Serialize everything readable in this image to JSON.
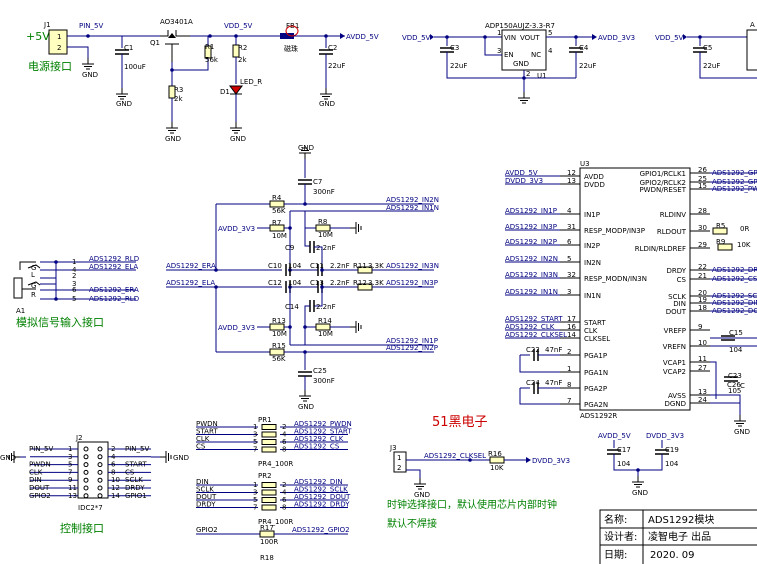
{
  "power": {
    "conn": "J1",
    "plus5v": "+5V",
    "label": "电源接口",
    "pin_net": "PIN_5V",
    "mos": "AO3401A",
    "q": "Q1",
    "vdd": "VDD_5V",
    "fb": "FB1",
    "bead": "磁珠",
    "avdd": "AVDD_5V",
    "c1": "C1",
    "c1v": "100uF",
    "r1": "R1",
    "r1v": "56k",
    "r2": "R2",
    "r2v": "2k",
    "r3": "R3",
    "r3v": "2k",
    "d1": "D1",
    "led": "LED_R",
    "c2": "C2",
    "c2v": "22uF",
    "gnd": "GND",
    "j1p1": "1",
    "j1p2": "2"
  },
  "reg": {
    "part": "ADP150AUJZ-3.3-R7",
    "u": "U1",
    "vin": "VIN",
    "vout": "VOUT",
    "en": "EN",
    "nc": "NC",
    "gndp": "GND",
    "vdd5": "VDD_5V",
    "avdd3": "AVDD_3V3",
    "c3": "C3",
    "c3v": "22uF",
    "c4": "C4",
    "c4v": "22uF",
    "p1": "1",
    "p2": "2",
    "p3": "3",
    "p4": "4",
    "p5": "5"
  },
  "reg2": {
    "vdd5": "VDD_5V",
    "c5": "C5",
    "c5v": "22uF",
    "cut": "A"
  },
  "input": {
    "c7": "C7",
    "c7v": "300nF",
    "r4": "R4",
    "r4v": "56K",
    "in2n": "ADS1292_IN2N",
    "in1n": "ADS1292_IN1N",
    "avdd": "AVDD_3V3",
    "r7": "R7",
    "r7v": "10M",
    "r8": "R8",
    "r8v": "10M",
    "c9": "C9",
    "c9v": "2.2nF",
    "era": "ADS1292_ERA",
    "ela": "ADS1292_ELA",
    "c10": "C10",
    "c10v": "104",
    "c11": "C11",
    "c11v": "2.2nF",
    "c12": "C12",
    "c12v": "104",
    "c13": "C13",
    "c13v": "2.2nF",
    "r11": "R11",
    "r11v": "3.3K",
    "r12": "R12",
    "r12v": "3.3K",
    "in3n": "ADS1292_IN3N",
    "in3p": "ADS1292_IN3P",
    "c14": "C14",
    "c14v": "2.2nF",
    "r13": "R13",
    "r13v": "10M",
    "r14": "R14",
    "r14v": "10M",
    "r15": "R15",
    "r15v": "56K",
    "in1p": "ADS1292_IN1P",
    "in2p": "ADS1292_IN2P",
    "c25": "C25",
    "c25v": "300nF",
    "gnd": "GND"
  },
  "jack": {
    "a1": "A1",
    "label": "模拟信号输入接口",
    "rld1": "ADS1292_RLD",
    "ela": "ADS1292_ELA",
    "era": "ADS1292_ERA",
    "rld2": "ADS1292_RLD",
    "g": "G",
    "l": "L",
    "r": "R"
  },
  "u3": {
    "ref": "U3",
    "name": "ADS1292R",
    "left_nets": [
      "AVDD_5V",
      "DVDD_3V3",
      "ADS1292_IN1P",
      "ADS1292_IN3P",
      "ADS1292_IN2P",
      "ADS1292_IN2N",
      "ADS1292_IN3N",
      "ADS1292_IN1N",
      "ADS1292_START",
      "ADS1292_CLK",
      "ADS1292_CLKSEL"
    ],
    "left_pins": [
      "AVDD",
      "DVDD",
      "IN1P",
      "RESP_MODP/IN3P",
      "IN2P",
      "IN2N",
      "RESP_MODN/IN3N",
      "IN1N",
      "START",
      "CLK",
      "CLKSEL",
      "PGA1P",
      "PGA1N",
      "PGA2P",
      "PGA2N"
    ],
    "left_nums": [
      "12",
      "13",
      "4",
      "31",
      "6",
      "5",
      "32",
      "3",
      "17",
      "16",
      "14",
      "2",
      "1",
      "8",
      "7"
    ],
    "right_pins": [
      "GPIO1/RCLK1",
      "GPIO2/RCLK2",
      "PWDN/RESET",
      "RLDINV",
      "RLDOUT",
      "RLDIN/RLDREF",
      "DRDY",
      "CS",
      "SCLK",
      "DIN",
      "DOUT",
      "VREFP",
      "VREFN",
      "VCAP1",
      "VCAP2",
      "AVSS",
      "DGND"
    ],
    "right_nums": [
      "26",
      "25",
      "15",
      "28",
      "30",
      "29",
      "22",
      "21",
      "20",
      "19",
      "18",
      "9",
      "10",
      "11",
      "27",
      "13",
      "24"
    ],
    "right_nets": [
      "ADS1292_GPI",
      "ADS1292_GPI",
      "ADS1292_PWD",
      "",
      "",
      "",
      "ADS1292_DRD",
      "ADS1292_CS",
      "ADS1292_SCL",
      "ADS1292_DIN",
      "ADS1292_DOU"
    ],
    "c22": "C22",
    "c22v": "47nF",
    "c24": "C24",
    "c24v": "47nF",
    "r5": "R5",
    "r5v": "0R",
    "r9": "R9",
    "r9v": "10K",
    "c15": "C15",
    "c15v": "104",
    "c23": "C23",
    "c23v": "C",
    "c26": "C26",
    "c26v": "105"
  },
  "brand": {
    "name": "51黑电子"
  },
  "ctrl": {
    "j2": "J2",
    "name": "IDC2*7",
    "label": "控制接口",
    "left": [
      "PIN_5V",
      "",
      "PWDN",
      "CLK",
      "DIN",
      "DOUT",
      "GPIO2"
    ],
    "right": [
      "PIN_5V",
      "",
      "START",
      "CS",
      "SCLK",
      "DRDY",
      "GPIO1"
    ],
    "lnums": [
      "1",
      "3",
      "5",
      "7",
      "9",
      "11",
      "13"
    ],
    "rnums": [
      "2",
      "4",
      "6",
      "8",
      "10",
      "12",
      "14"
    ],
    "gnd": "GND"
  },
  "pr": {
    "pr1": "PR1",
    "pr1v": "PR4_100R",
    "pr2": "PR2",
    "pr2v": "PR4_100R",
    "a_in": [
      "PWDN",
      "START",
      "CLK",
      "CS"
    ],
    "a_out": [
      "ADS1292_PWDN",
      "ADS1292_START",
      "ADS1292_CLK",
      "ADS1292_CS"
    ],
    "b_in": [
      "DIN",
      "SCLK",
      "DOUT",
      "DRDY"
    ],
    "b_out": [
      "ADS1292_DIN",
      "ADS1292_SCLK",
      "ADS1292_DOUT",
      "ADS1292_DRDY"
    ],
    "gpio_in": "GPIO2",
    "r17": "R17",
    "r17v": "100R",
    "gpio_out": "ADS1292_GPIO2",
    "rnext": "R18",
    "pins": [
      "1",
      "2",
      "3",
      "4",
      "5",
      "6",
      "7",
      "8"
    ]
  },
  "clk": {
    "j3": "J3",
    "net": "ADS1292_CLKSEL",
    "r16": "R16",
    "r16v": "10K",
    "dvdd": "DVDD_3V3",
    "gnd": "GND",
    "note1": "时钟选择接口，默认使用芯片内部时钟",
    "note2": "默认不焊接"
  },
  "bypass": {
    "avdd": "AVDD_5V",
    "dvdd": "DVDD_3V3",
    "c17": "C17",
    "c17v": "104",
    "c19": "C19",
    "c19v": "104",
    "gnd": "GND"
  },
  "title_block": {
    "name_label": "名称:",
    "name": "ADS1292模块",
    "designer_label": "设计者:",
    "designer": "凌智电子  出品",
    "date_label": "日期:",
    "date": "2020. 09"
  }
}
